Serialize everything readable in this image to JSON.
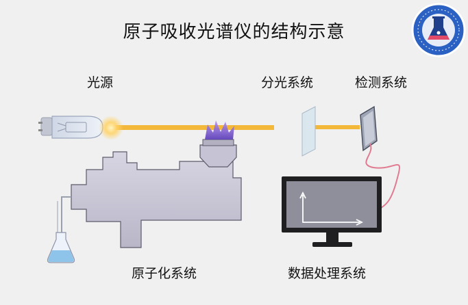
{
  "title": "原子吸收光谱仪的结构示意",
  "labels": {
    "light_source": "光源",
    "monochromator": "分光系统",
    "detector": "检测系统",
    "atomizer": "原子化系统",
    "data_processing": "数据处理系统"
  },
  "colors": {
    "background": "#f0f0f0",
    "beam": "#f3b83a",
    "flame": "#8b5fd6",
    "atomizer_body": "#c9c7d6",
    "monitor_screen": "#8f8f9c",
    "cable": "#e07a90",
    "solution": "#8ec3ea"
  },
  "icons": {
    "logo": "university-emblem-icon"
  }
}
